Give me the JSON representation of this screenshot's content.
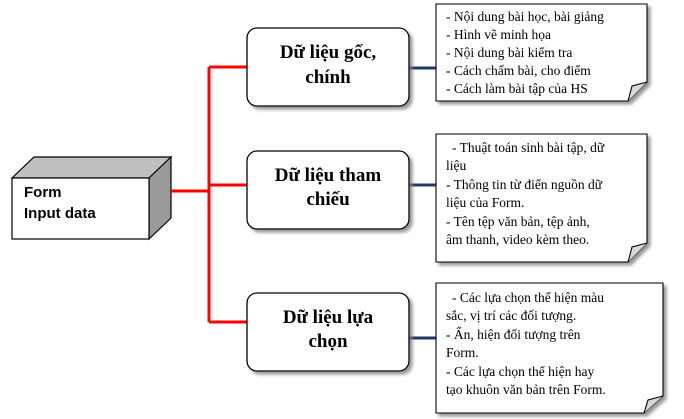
{
  "source_box": {
    "lines": [
      "Form",
      "Input data"
    ]
  },
  "categories": [
    {
      "title_lines": [
        "Dữ liệu gốc,",
        "chính"
      ],
      "note_lines": [
        "- Nội dung bài học, bài giảng",
        "- Hình vẽ minh họa",
        "- Nội dung bài kiểm tra",
        "- Cách chấm bài, cho điểm",
        "- Cách làm bài tập của HS"
      ]
    },
    {
      "title_lines": [
        "Dữ liệu tham",
        "chiếu"
      ],
      "note_lines": [
        "- Thuật toán sinh bài tập, dữ",
        "liệu",
        "- Thông tin từ điển nguồn dữ",
        "liệu của Form.",
        "- Tên tệp văn bản, tệp ảnh,",
        "âm thanh, video kèm theo."
      ]
    },
    {
      "title_lines": [
        "Dữ liệu lựa",
        "chọn"
      ],
      "note_lines": [
        "- Các lựa chọn thể hiện màu",
        "sắc, vị trí các đối tượng.",
        "- Ẩn, hiện đối tượng trên",
        "Form.",
        "- Các lựa chọn thể hiện hay",
        "tạo khuôn văn bản trên Form."
      ]
    }
  ],
  "colors": {
    "tree_connector": "#ff0000",
    "note_connector": "#1f3864",
    "box_border": "#000000",
    "box_shade": "#c0c0c0"
  }
}
